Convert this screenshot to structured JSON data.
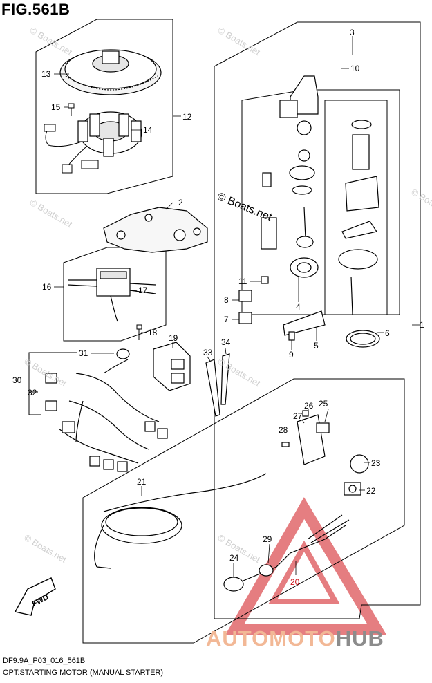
{
  "figure": {
    "title": "FIG.561B",
    "code": "DF9.9A_P03_016_561B",
    "caption": "OPT:STARTING MOTOR (MANUAL STARTER)",
    "copyright": "© Boats.net",
    "watermark_text": "© Boats.net",
    "fwd_label": "FWD"
  },
  "brand": {
    "part1": "AUTOMOTO",
    "part2": "HUB"
  },
  "callouts": [
    "1",
    "2",
    "3",
    "4",
    "5",
    "6",
    "7",
    "8",
    "9",
    "10",
    "11",
    "12",
    "13",
    "14",
    "15",
    "16",
    "17",
    "18",
    "19",
    "20",
    "21",
    "22",
    "23",
    "24",
    "25",
    "26",
    "27",
    "28",
    "29",
    "30",
    "31",
    "32",
    "33",
    "34"
  ],
  "colors": {
    "line": "#000000",
    "watermark_red": "#d0141a",
    "brand_orange": "#f2b896",
    "brand_gray": "#8c8c8c"
  }
}
